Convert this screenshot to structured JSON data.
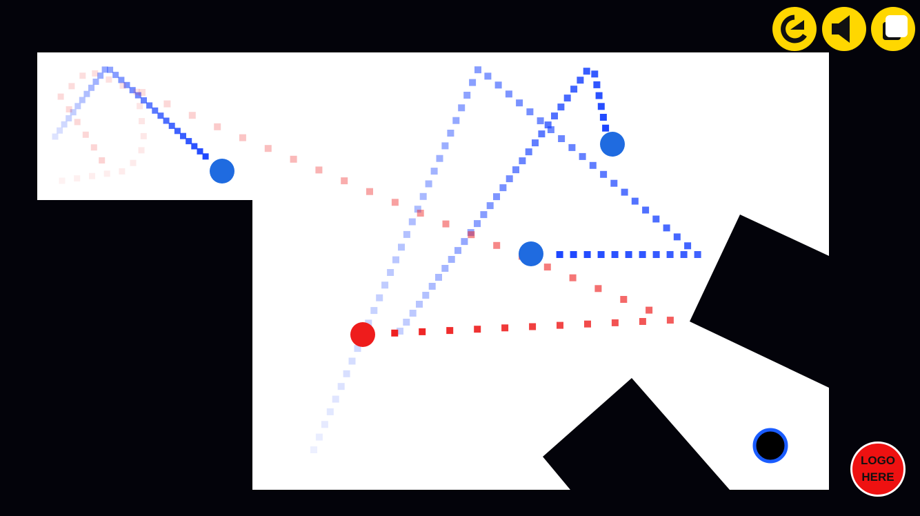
{
  "colors": {
    "background": "#03030a",
    "arena": "#ffffff",
    "obstacle": "#03030a",
    "blue_ball": "#1f6be0",
    "red_ball": "#ee1c1c",
    "blue_trail": "#1a44ff",
    "red_trail": "#ee2020",
    "hole_ring": "#1a5cff",
    "button": "#ffd700",
    "logo_bg": "#ee1111"
  },
  "controls": {
    "restart": {
      "icon": "restart-icon"
    },
    "sound": {
      "icon": "speaker-icon"
    },
    "windowed": {
      "icon": "window-icon"
    }
  },
  "logo": {
    "line1": "LOGO",
    "line2": "HERE"
  },
  "board": {
    "balls": [
      {
        "name": "blue-ball-1",
        "color": "blue"
      },
      {
        "name": "blue-ball-2",
        "color": "blue"
      },
      {
        "name": "blue-ball-3",
        "color": "blue"
      },
      {
        "name": "red-ball",
        "color": "red"
      }
    ],
    "goal": {
      "name": "goal-hole"
    }
  }
}
